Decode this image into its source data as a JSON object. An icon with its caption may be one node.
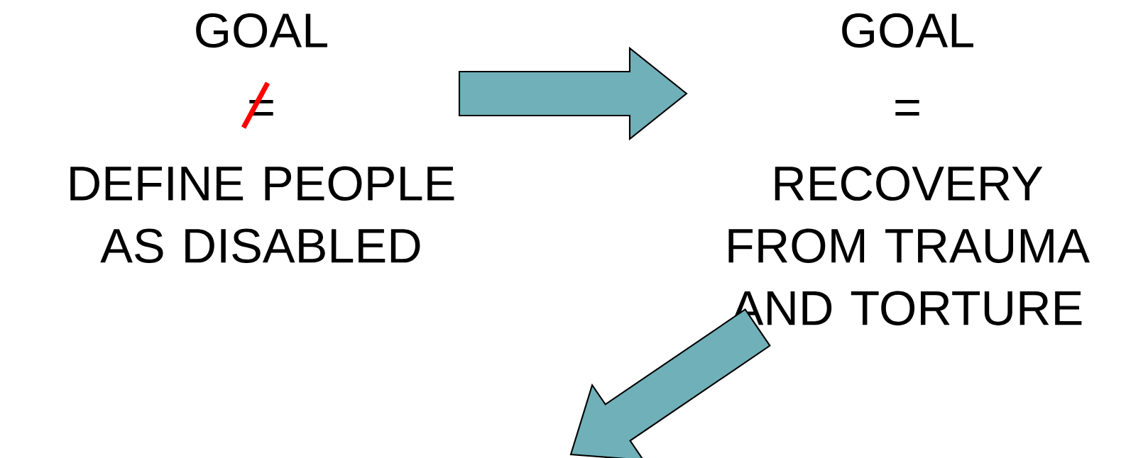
{
  "diagram": {
    "nodes": [
      {
        "text": [
          "GOAL",
          "=",
          "DEFINE PEOPLE AS DISABLED"
        ]
      },
      {
        "text": [
          "GOAL",
          "=",
          "RECOVERY FROM TRAUMA AND TORTURE"
        ]
      }
    ],
    "edges": [
      {
        "from": 0,
        "to": 1,
        "arrow": "to"
      },
      {
        "from": 1,
        "to": null,
        "arrow": "to"
      }
    ]
  }
}
